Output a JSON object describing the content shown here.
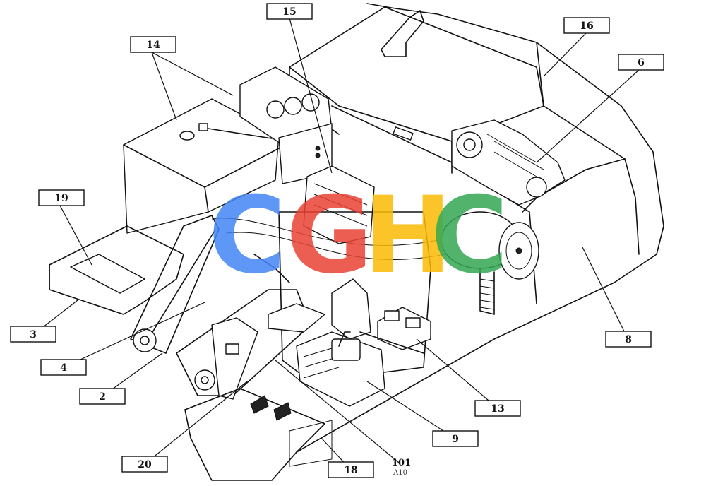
{
  "callouts": {
    "c15": "15",
    "c14": "14",
    "c16": "16",
    "c6": "6",
    "c19": "19",
    "c3": "3",
    "c4": "4",
    "c2": "2",
    "c8": "8",
    "c13": "13",
    "c9": "9",
    "c20": "20",
    "c18": "18"
  },
  "plain_labels": {
    "p101": "101",
    "code": "A10"
  },
  "watermark": {
    "letters": [
      "C",
      "G",
      "H",
      "C"
    ],
    "colors": [
      "#4285F4",
      "#EA4335",
      "#FBBC05",
      "#34A853"
    ]
  }
}
